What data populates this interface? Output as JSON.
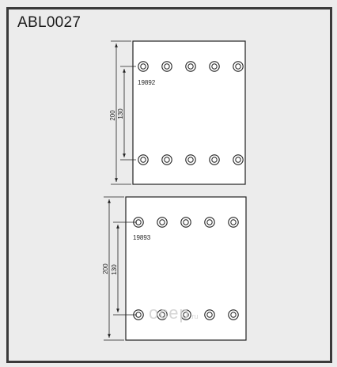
{
  "title": "ABL0027",
  "parts": [
    {
      "part_number": "19892",
      "overall_dimension": "200",
      "hole_spacing_dimension": "130",
      "hole_columns": 5,
      "hole_rows": 2
    },
    {
      "part_number": "19893",
      "overall_dimension": "200",
      "hole_spacing_dimension": "130",
      "hole_columns": 5,
      "hole_rows": 2
    }
  ],
  "watermark": {
    "text": "ocep",
    "suffix": ".ru"
  },
  "colors": {
    "background": "#ececec",
    "frame": "#3a3a3a",
    "pad_fill": "#ffffff",
    "line": "#222222"
  }
}
